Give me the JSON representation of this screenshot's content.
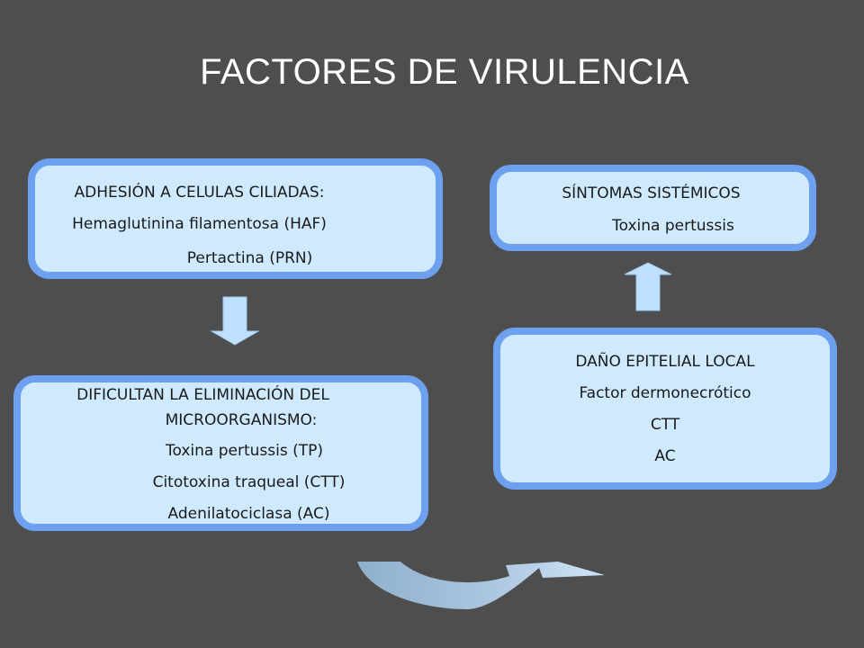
{
  "title": "FACTORES DE VIRULENCIA",
  "boxes": {
    "adhesion": {
      "lines": [
        "ADHESIÓN A CELULAS CILIADAS:",
        "Hemaglutinina filamentosa (HAF)",
        "Pertactina (PRN)"
      ]
    },
    "dificultan": {
      "lines": [
        "DIFICULTAN LA ELIMINACIÓN DEL",
        "MICROORGANISMO:",
        "Toxina pertussis (TP)",
        "Citotoxina traqueal (CTT)",
        "Adenilatociclasa (AC)"
      ]
    },
    "sintomas": {
      "lines": [
        "SÍNTOMAS  SISTÉMICOS",
        "Toxina pertussis"
      ]
    },
    "dano": {
      "lines": [
        "DAÑO EPITELIAL LOCAL",
        "Factor dermonecrótico",
        "CTT",
        "AC"
      ]
    }
  },
  "colors": {
    "background": "#4e4e4e",
    "box_fill": "#cfeaff",
    "box_border": "#6ea0f0",
    "arrow_fill": "#bfe0ff",
    "curved_arrow_fill": "#a9c4de"
  }
}
